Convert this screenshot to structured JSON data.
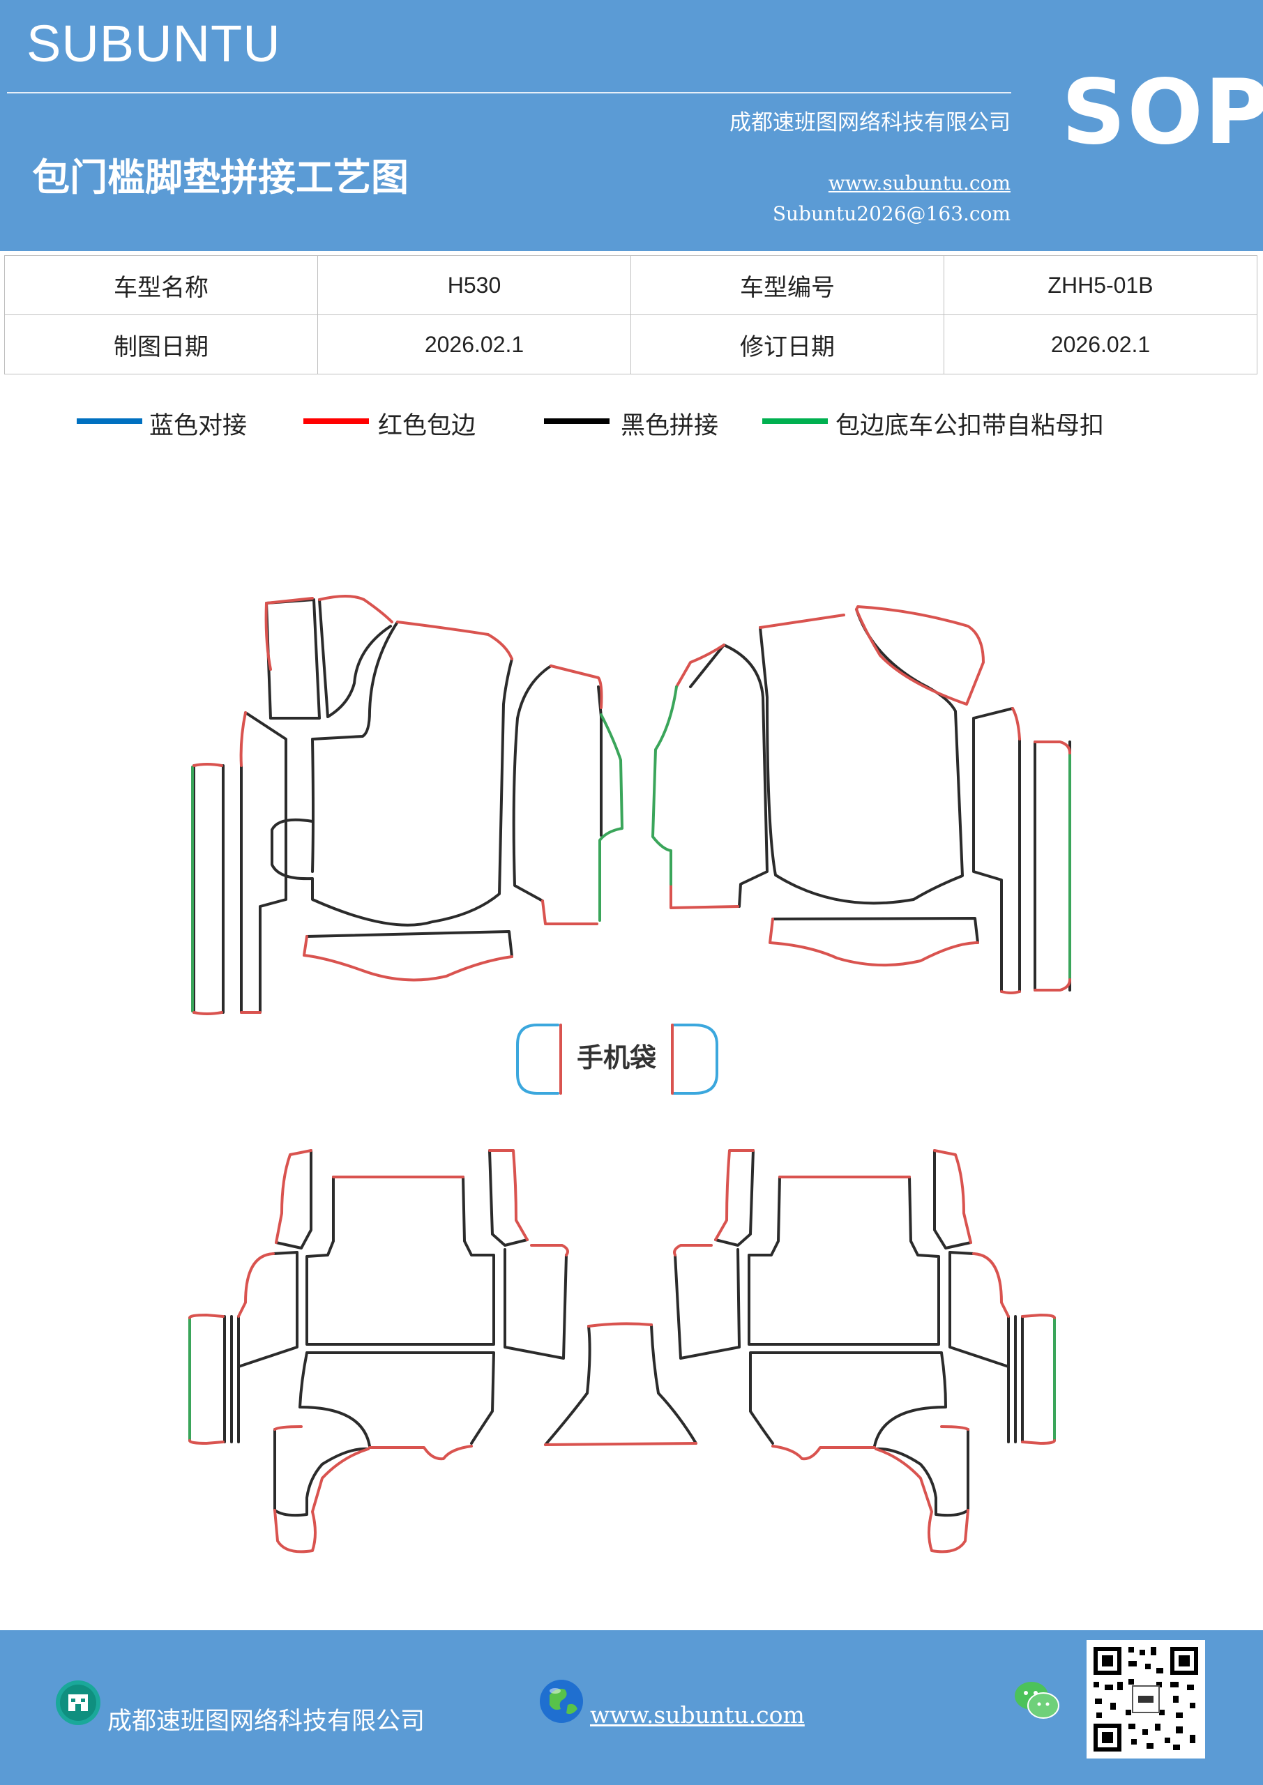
{
  "header": {
    "brand": "SUBUNTU",
    "company": "成都速班图网络科技有限公司",
    "title": "包门槛脚垫拼接工艺图",
    "website": "www.subuntu.com",
    "email": "Subuntu2026@163.com",
    "badge": "SOP"
  },
  "info_table": {
    "rows": [
      [
        "车型名称",
        "H530",
        "车型编号",
        "ZHH5-01B"
      ],
      [
        "制图日期",
        "2026.02.1",
        "修订日期",
        "2026.02.1"
      ]
    ]
  },
  "legend": [
    {
      "label": "蓝色对接",
      "color": "#0070c0"
    },
    {
      "label": "红色包边",
      "color": "#ff0000"
    },
    {
      "label": "黑色拼接",
      "color": "#000000"
    },
    {
      "label": "包边底车公扣带自粘母扣",
      "color": "#00b050"
    }
  ],
  "drawing": {
    "phone_pocket_label": "手机袋",
    "edge_colors": {
      "red": "#d9534f",
      "black": "#2b2b2b",
      "green": "#3aa55a",
      "blue": "#3ba7dd"
    }
  },
  "footer": {
    "company": "成都速班图网络科技有限公司",
    "website": "www.subuntu.com",
    "building_icon": "building-icon",
    "globe_icon": "globe-icon",
    "wechat_icon": "wechat-icon",
    "qr_icon": "qr-code"
  }
}
